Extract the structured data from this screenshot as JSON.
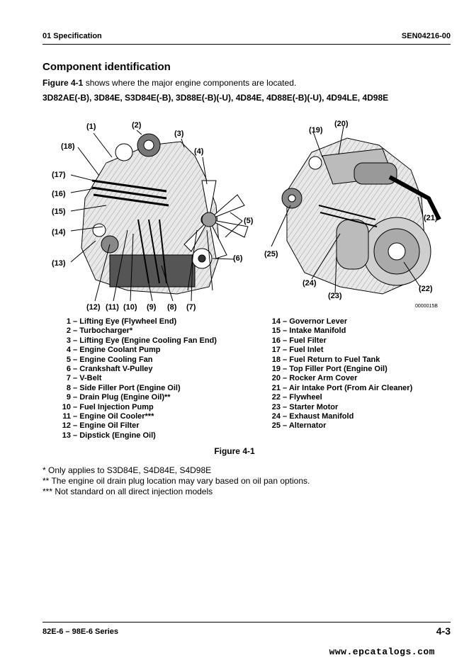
{
  "header": {
    "section": "01 Specification",
    "doc_code": "SEN04216-00"
  },
  "title": "Component identification",
  "intro": {
    "figure_ref": "Figure 4-1",
    "text": " shows where the major engine components are located."
  },
  "models": "3D82AE(-B), 3D84E, S3D84E(-B), 3D88E(-B)(-U), 4D84E, 4D88E(-B)(-U), 4D94LE, 4D98E",
  "figure": {
    "code": "0000015B",
    "callouts": [
      "(1)",
      "(2)",
      "(3)",
      "(4)",
      "(5)",
      "(6)",
      "(7)",
      "(8)",
      "(9)",
      "(10)",
      "(11)",
      "(12)",
      "(13)",
      "(14)",
      "(15)",
      "(16)",
      "(17)",
      "(18)",
      "(19)",
      "(20)",
      "(21)",
      "(22)",
      "(23)",
      "(24)",
      "(25)"
    ]
  },
  "legend_left": [
    {
      "num": "1",
      "text": "Lifting Eye (Flywheel End)"
    },
    {
      "num": "2",
      "text": "Turbocharger*"
    },
    {
      "num": "3",
      "text": "Lifting Eye (Engine Cooling Fan End)"
    },
    {
      "num": "4",
      "text": "Engine Coolant Pump"
    },
    {
      "num": "5",
      "text": "Engine Cooling Fan"
    },
    {
      "num": "6",
      "text": "Crankshaft V-Pulley"
    },
    {
      "num": "7",
      "text": "V-Belt"
    },
    {
      "num": "8",
      "text": "Side Filler Port (Engine Oil)"
    },
    {
      "num": "9",
      "text": "Drain Plug (Engine Oil)**"
    },
    {
      "num": "10",
      "text": "Fuel Injection Pump"
    },
    {
      "num": "11",
      "text": "Engine Oil Cooler***"
    },
    {
      "num": "12",
      "text": "Engine Oil Filter"
    },
    {
      "num": "13",
      "text": "Dipstick (Engine Oil)"
    }
  ],
  "legend_right": [
    {
      "num": "14",
      "text": "Governor Lever"
    },
    {
      "num": "15",
      "text": "Intake Manifold"
    },
    {
      "num": "16",
      "text": "Fuel Filter"
    },
    {
      "num": "17",
      "text": "Fuel Inlet"
    },
    {
      "num": "18",
      "text": "Fuel Return to Fuel Tank"
    },
    {
      "num": "19",
      "text": "Top Filler Port (Engine Oil)"
    },
    {
      "num": "20",
      "text": "Rocker Arm Cover"
    },
    {
      "num": "21",
      "text": "Air Intake Port (From Air Cleaner)"
    },
    {
      "num": "22",
      "text": "Flywheel"
    },
    {
      "num": "23",
      "text": "Starter Motor"
    },
    {
      "num": "24",
      "text": "Exhaust Manifold"
    },
    {
      "num": "25",
      "text": "Alternator"
    }
  ],
  "caption": "Figure 4-1",
  "notes": [
    "* Only applies to S3D84E, S4D84E, S4D98E",
    "** The engine oil drain plug location may vary based on oil pan options.",
    "*** Not standard on all direct injection models"
  ],
  "footer": {
    "series": "82E-6 – 98E-6 Series",
    "page": "4-3",
    "watermark": "www.epcatalogs.com"
  }
}
